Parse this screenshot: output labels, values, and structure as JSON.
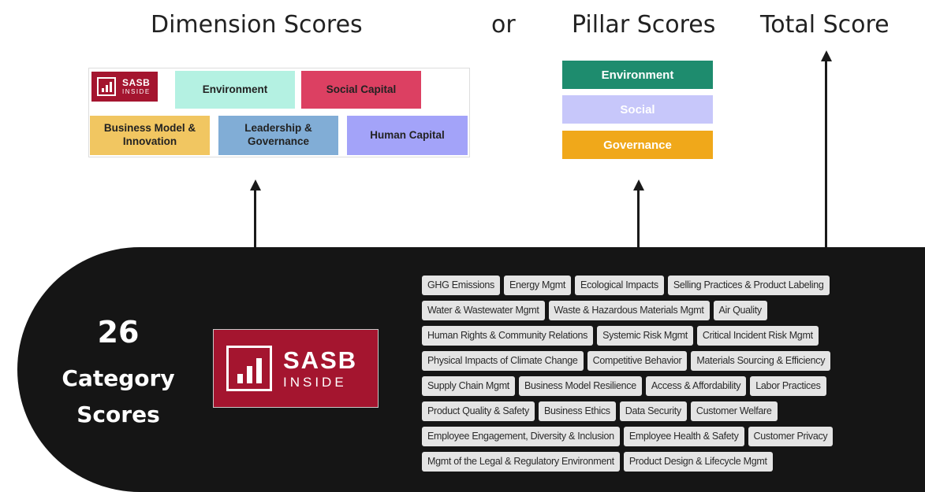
{
  "headings": {
    "dimension": "Dimension Scores",
    "or": "or",
    "pillar": "Pillar Scores",
    "total": "Total Score"
  },
  "dimension_logo": {
    "line1": "SASB",
    "line2": "INSIDE"
  },
  "dimension_boxes": [
    {
      "label": "Environment",
      "color": "#b4f1e2"
    },
    {
      "label": "Social Capital",
      "color": "#dc4062"
    },
    {
      "label": "Business Model & Innovation",
      "color": "#f1c661"
    },
    {
      "label": "Leadership & Governance",
      "color": "#81add6"
    },
    {
      "label": "Human Capital",
      "color": "#a3a3f9"
    }
  ],
  "pillar_boxes": [
    {
      "label": "Environment",
      "color": "#1e8c6e"
    },
    {
      "label": "Social",
      "color": "#c7c7fa"
    },
    {
      "label": "Governance",
      "color": "#f0a81a"
    }
  ],
  "category": {
    "count": "26",
    "label_line1": "Category",
    "label_line2": "Scores"
  },
  "big_logo": {
    "line1": "SASB",
    "line2": "INSIDE"
  },
  "category_tags": [
    [
      "GHG Emissions",
      "Energy Mgmt",
      "Ecological Impacts",
      "Selling Practices & Product Labeling"
    ],
    [
      "Water & Wastewater Mgmt",
      "Waste & Hazardous Materials Mgmt",
      "Air Quality"
    ],
    [
      "Human Rights & Community Relations",
      "Systemic Risk Mgmt",
      "Critical Incident Risk Mgmt"
    ],
    [
      "Physical Impacts of Climate Change",
      "Competitive Behavior",
      "Materials Sourcing & Efficiency"
    ],
    [
      "Supply Chain Mgmt",
      "Business Model Resilience",
      "Access & Affordability",
      "Labor Practices"
    ],
    [
      "Product Quality & Safety",
      "Business Ethics",
      "Data Security",
      "Customer Welfare"
    ],
    [
      "Employee Engagement, Diversity & Inclusion",
      "Employee Health & Safety",
      "Customer Privacy"
    ],
    [
      "Mgmt of the Legal & Regulatory Environment",
      "Product Design & Lifecycle Mgmt"
    ]
  ]
}
